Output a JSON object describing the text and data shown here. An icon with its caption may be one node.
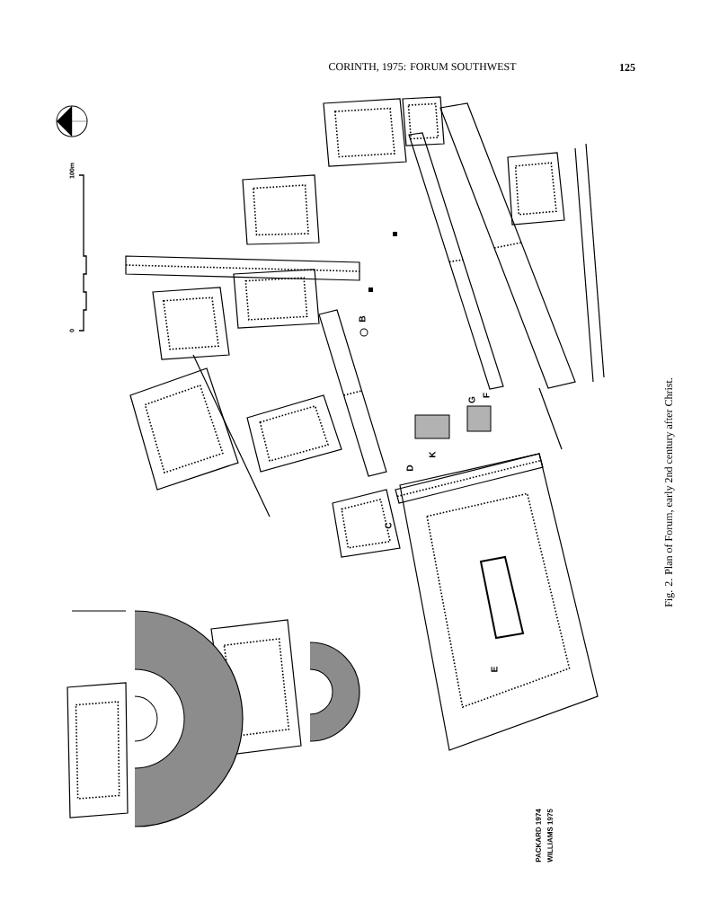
{
  "diagram": {
    "title": "CORINTH, 1975: FORUM SOUTHWEST",
    "caption": "Fig. 2. Plan of Forum, early 2nd century after Christ.",
    "labels": [
      "125",
      "100m",
      "0",
      "B",
      "G",
      "F",
      "K",
      "D",
      "C",
      "E",
      "PACKARD 1974",
      "WILLIAMS 1975"
    ]
  }
}
